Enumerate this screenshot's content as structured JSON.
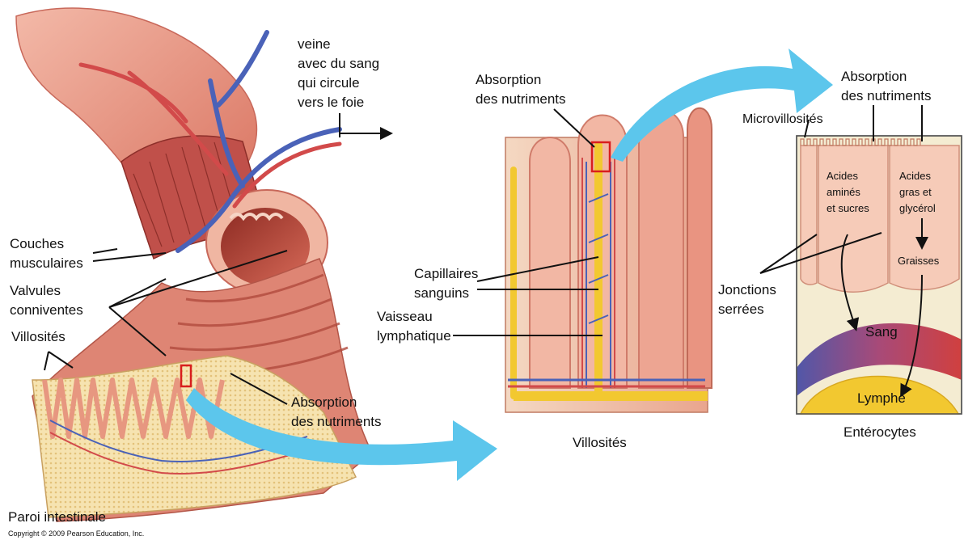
{
  "labels": {
    "vein": [
      "veine",
      "avec du sang",
      "qui circule",
      "vers le foie"
    ],
    "muscle_layers": [
      "Couches",
      "musculaires"
    ],
    "circular_folds": [
      "Valvules",
      "conniventes"
    ],
    "villi_left": "Villosités",
    "absorption_left": [
      "Absorption",
      "des nutriments"
    ],
    "intestinal_wall": "Paroi intestinale",
    "copyright": "Copyright © 2009 Pearson Education, Inc.",
    "absorption_middle": [
      "Absorption",
      "des nutriments"
    ],
    "capillaries": [
      "Capillaires",
      "sanguins"
    ],
    "lymph_vessel": [
      "Vaisseau",
      "lymphatique"
    ],
    "villi_middle": "Villosités",
    "absorption_right": [
      "Absorption",
      "des nutriments"
    ],
    "microvilli": "Microvillosités",
    "amino": [
      "Acides",
      "aminés",
      "et sucres"
    ],
    "fatty": [
      "Acides",
      "gras et",
      "glycérol"
    ],
    "fats": "Graisses",
    "tight_junctions": [
      "Jonctions",
      "serrées"
    ],
    "blood": "Sang",
    "lymph": "Lymphe",
    "enterocytes": "Entérocytes"
  },
  "colors": {
    "tissue": "#e8998a",
    "tissue_dark": "#c8574a",
    "muscle": "#c0504a",
    "vein": "#4a62b8",
    "artery": "#d24a4a",
    "lymph": "#f2c830",
    "arrow": "#5cc6ec",
    "cell": "#f6cbb8",
    "highlight": "#d81e1e"
  }
}
